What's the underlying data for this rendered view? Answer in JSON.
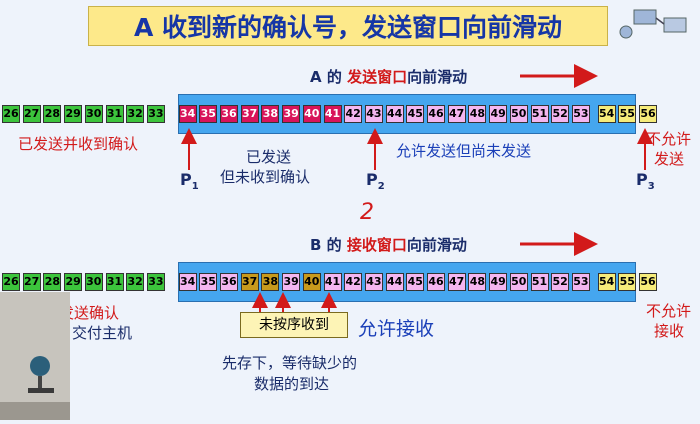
{
  "title": "A 收到新的确认号，发送窗口向前滑动",
  "sender": {
    "window_title_prefix": "A 的",
    "window_title_highlight": "发送窗口",
    "window_title_suffix": "向前滑动",
    "green_cells": [
      "26",
      "27",
      "28",
      "29",
      "30",
      "31",
      "32",
      "33"
    ],
    "red_cells": [
      "34",
      "35",
      "36",
      "37",
      "38",
      "39",
      "40",
      "41"
    ],
    "pink_cells": [
      "42",
      "43",
      "44",
      "45",
      "46",
      "47",
      "48",
      "49",
      "50",
      "51",
      "52",
      "53"
    ],
    "yellow_cells": [
      "54",
      "55",
      "56"
    ],
    "label_sent_acked": "已发送并收到确认",
    "label_sent_line1": "已发送",
    "label_sent_line2": "但未收到确认",
    "label_allowed": "允许发送但尚未发送",
    "label_not_allowed_line1": "不允许",
    "label_not_allowed_line2": "发送",
    "p1": "P",
    "p1_sub": "1",
    "p2": "P",
    "p2_sub": "2",
    "p3": "P",
    "p3_sub": "3"
  },
  "receiver": {
    "window_title_prefix": "B 的",
    "window_title_highlight": "接收窗口",
    "window_title_suffix": "向前滑动",
    "handwritten_mark": "2",
    "green_cells": [
      "26",
      "27",
      "28",
      "29",
      "30",
      "31",
      "32",
      "33"
    ],
    "window_cells": [
      "34",
      "35",
      "36",
      "37",
      "38",
      "39",
      "40",
      "41",
      "42",
      "43",
      "44",
      "45",
      "46",
      "47",
      "48",
      "49",
      "50",
      "51",
      "52",
      "53"
    ],
    "gold_cells": [
      "37",
      "38",
      "40"
    ],
    "yellow_cells": [
      "54",
      "55",
      "56"
    ],
    "label_acked_line1": "已发送确认",
    "label_acked_line2": "交付主机",
    "label_allowed": "允许接收",
    "label_not_allowed_line1": "不允许",
    "label_not_allowed_line2": "接收",
    "box_label": "未按序收到",
    "note_line1": "先存下，等待缺少的",
    "note_line2": "数据的到达"
  },
  "colors": {
    "green": "#3cc43c",
    "red": "#d8145a",
    "pink": "#f4b6f0",
    "yellow": "#f6ec7a",
    "gold": "#c89a1c",
    "window": "#45a6ef",
    "arrow": "#d21a1a"
  }
}
